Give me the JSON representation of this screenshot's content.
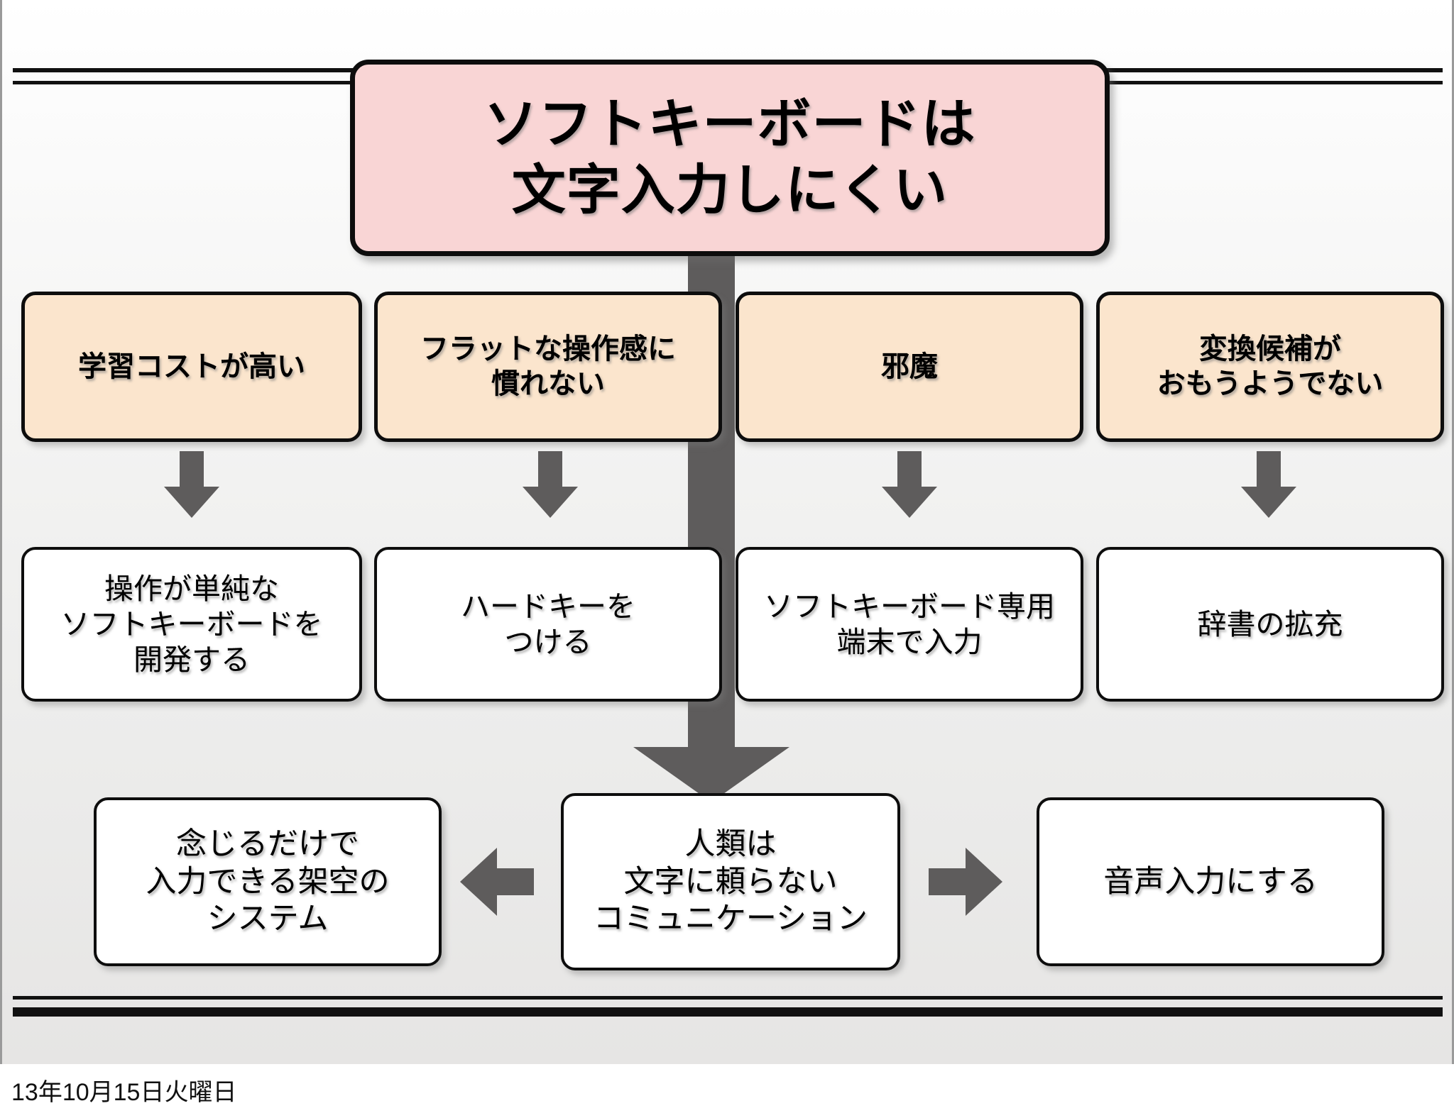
{
  "slide": {
    "title": {
      "text": "ソフトキーボードは\n文字入力しにくい",
      "fill": "#f9d5d5"
    },
    "causes": [
      {
        "id": "cause-1",
        "text": "学習コストが高い"
      },
      {
        "id": "cause-2",
        "text": "フラットな操作感に\n慣れない"
      },
      {
        "id": "cause-3",
        "text": "邪魔"
      },
      {
        "id": "cause-4",
        "text": "変換候補が\nおもうようでない"
      }
    ],
    "solutions": [
      {
        "id": "solution-1",
        "text": "操作が単純な\nソフトキーボードを\n開発する"
      },
      {
        "id": "solution-2",
        "text": "ハードキーを\nつける"
      },
      {
        "id": "solution-3",
        "text": "ソフトキーボード専用\n端末で入力"
      },
      {
        "id": "solution-4",
        "text": "辞書の拡充"
      }
    ],
    "conclusion": {
      "center": "人類は\n文字に頼らない\nコミュニケーション",
      "left": "念じるだけで\n入力できる架空の\nシステム",
      "right": "音声入力にする"
    },
    "colors": {
      "title_fill": "#f9d5d5",
      "cause_fill": "#fbe5cd",
      "plain_fill": "#ffffff",
      "arrow": "#5e5c5c",
      "border": "#0d0d0d"
    }
  },
  "footer": {
    "date": "13年10月15日火曜日"
  }
}
